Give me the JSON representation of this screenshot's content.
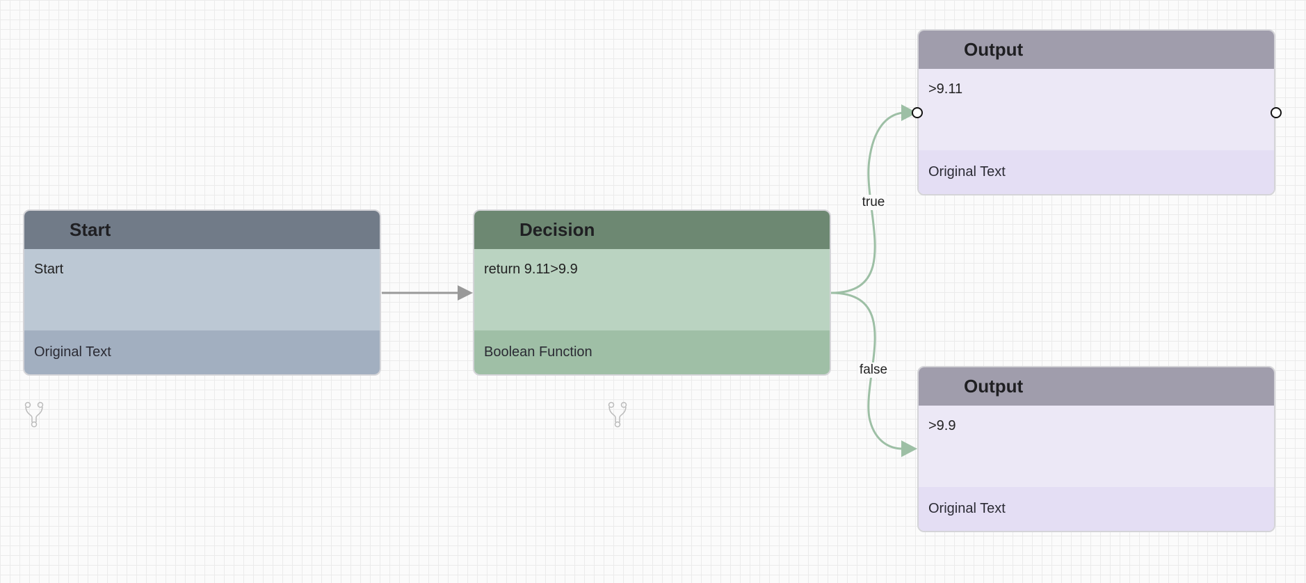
{
  "nodes": {
    "start": {
      "title": "Start",
      "body": "Start",
      "footer": "Original Text"
    },
    "decision": {
      "title": "Decision",
      "body": "return 9.11>9.9",
      "footer": "Boolean Function"
    },
    "output_true": {
      "title": "Output",
      "body": ">9.11",
      "footer": "Original Text"
    },
    "output_false": {
      "title": "Output",
      "body": ">9.9",
      "footer": "Original Text"
    }
  },
  "edges": {
    "true_label": "true",
    "false_label": "false"
  },
  "colors": {
    "edge_default": "#999999",
    "edge_branch": "#9dbfa5"
  }
}
